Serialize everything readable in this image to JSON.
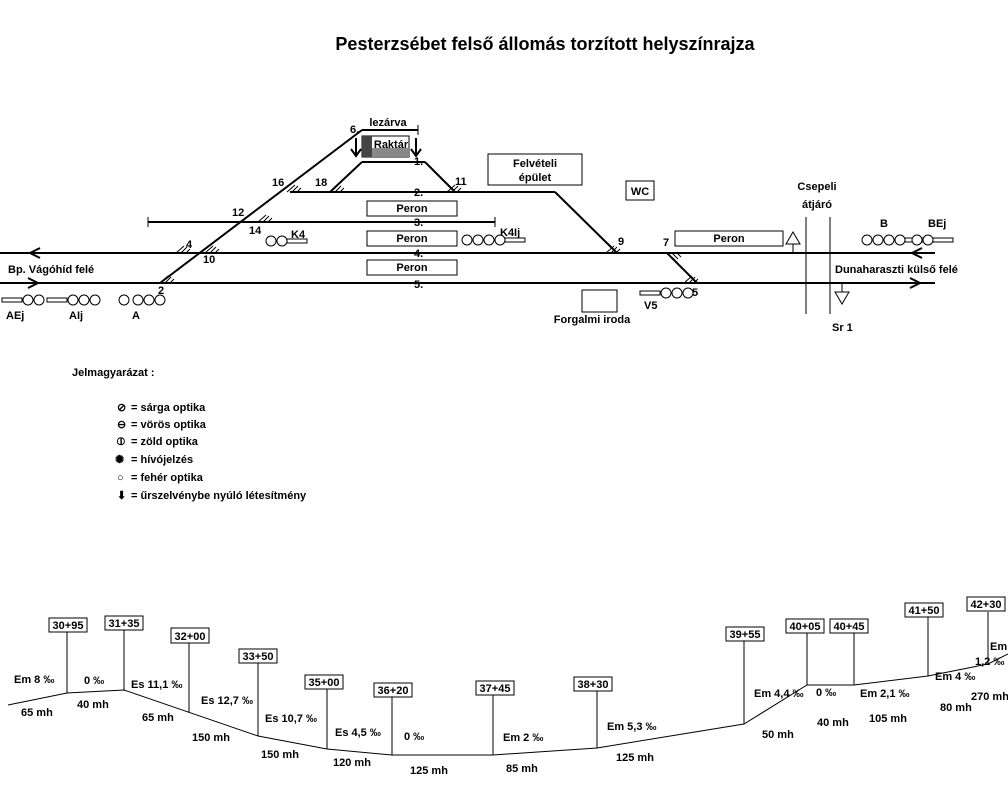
{
  "title": "Pesterzsébet   felső állomás torzított helyszínrajza",
  "labels": {
    "lezarva": "lezárva",
    "raktar": "Raktár",
    "felveteli1": "Felvételi",
    "felveteli2": "épület",
    "wc": "WC",
    "csepeli1": "Csepeli",
    "csepeli2": "átjáró",
    "forgalmi": "Forgalmi iroda",
    "vagohid": "Bp. Vágóhíd felé",
    "dunaharaszti": "Dunaharaszti külső felé",
    "peron": "Peron"
  },
  "tracks": [
    "1.",
    "2.",
    "3.",
    "4.",
    "5.",
    "6."
  ],
  "switches": [
    "2",
    "4",
    "5",
    "7",
    "9",
    "10",
    "11",
    "12",
    "14",
    "16",
    "18"
  ],
  "signals": [
    "AEj",
    "AIj",
    "A",
    "K4",
    "K4Ij",
    "V5",
    "B",
    "BEj",
    "Sr 1"
  ],
  "legend": {
    "title": "Jelmagyarázat :",
    "items": [
      {
        "symbol": "⊘",
        "text": "= sárga optika"
      },
      {
        "symbol": "⊖",
        "text": "= vörös optika"
      },
      {
        "symbol": "⦶",
        "text": "= zöld optika"
      },
      {
        "symbol": "✺",
        "text": "= hívójelzés"
      },
      {
        "symbol": "○",
        "text": "= fehér optika"
      },
      {
        "symbol": "⬇",
        "text": "= űrszelvénybe nyúló létesítmény"
      }
    ]
  },
  "profile": {
    "chainages": [
      "30+95",
      "31+35",
      "32+00",
      "33+50",
      "35+00",
      "36+20",
      "37+45",
      "38+30",
      "39+55",
      "40+05",
      "40+45",
      "41+50",
      "42+30"
    ],
    "gradients": [
      "Em 8 ‰",
      "0 ‰",
      "Es 11,1 ‰",
      "Es 12,7 ‰",
      "Es 10,7 ‰",
      "Es 4,5 ‰",
      "0 ‰",
      "Em 2 ‰",
      "Em 5,3 ‰",
      "Em 4,4 ‰",
      "0 ‰",
      "Em 2,1 ‰",
      "Em 4 ‰",
      "1,2 ‰",
      "Em"
    ],
    "lengths": [
      "65 mh",
      "40 mh",
      "65 mh",
      "150 mh",
      "150 mh",
      "120 mh",
      "125 mh",
      "85 mh",
      "125 mh",
      "50 mh",
      "40 mh",
      "105 mh",
      "80 mh",
      "270 mh"
    ]
  }
}
